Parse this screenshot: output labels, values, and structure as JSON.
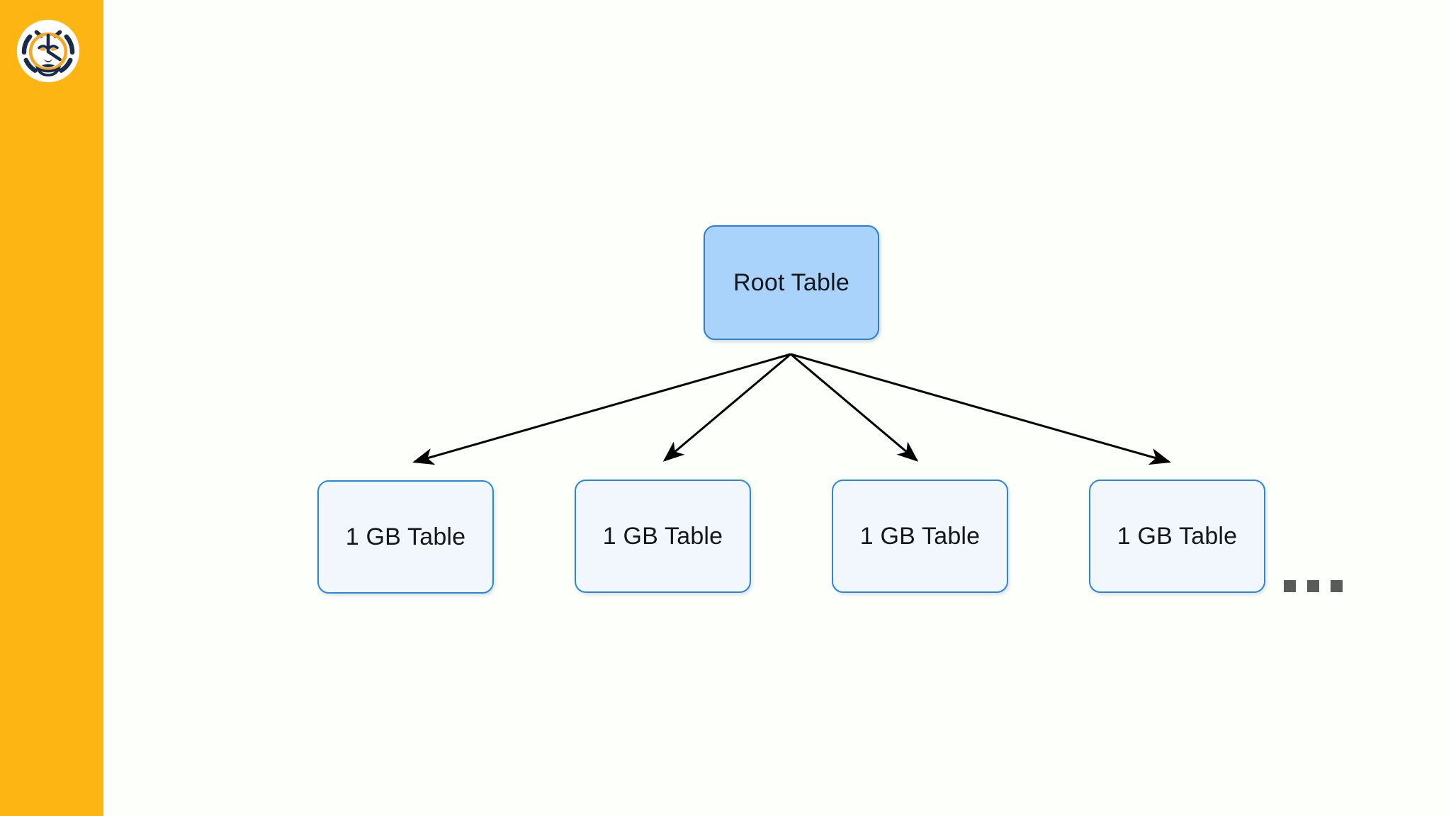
{
  "slide": {
    "background_color": "#fdfffa",
    "brand": {
      "rail_color": "#fdb514",
      "logo_name": "tiger-face-logo",
      "logo_circle_color": "#ffffff",
      "logo_stripe_color": "#1a2a4a",
      "logo_face_color": "#f5a623"
    }
  },
  "diagram": {
    "type": "tree",
    "root": {
      "label": "Root Table",
      "fill": "#a9d3fb",
      "stroke": "#2b7fd4"
    },
    "leaves": [
      {
        "label": "1 GB Table",
        "fill": "#f2f7fe",
        "stroke": "#2b86e0"
      },
      {
        "label": "1 GB Table",
        "fill": "#f2f7fe",
        "stroke": "#2b86e0"
      },
      {
        "label": "1 GB Table",
        "fill": "#f2f7fe",
        "stroke": "#2b86e0"
      },
      {
        "label": "1 GB Table",
        "fill": "#f2f7fe",
        "stroke": "#2b86e0"
      }
    ],
    "edges": [
      {
        "from": "root",
        "to": "leaf-0",
        "arrow": true
      },
      {
        "from": "root",
        "to": "leaf-1",
        "arrow": true
      },
      {
        "from": "root",
        "to": "leaf-2",
        "arrow": true
      },
      {
        "from": "root",
        "to": "leaf-3",
        "arrow": true
      }
    ],
    "edge_color": "#000000",
    "overflow_indicator": {
      "name": "ellipsis",
      "dots": 3,
      "color": "#5a5a5a"
    }
  }
}
